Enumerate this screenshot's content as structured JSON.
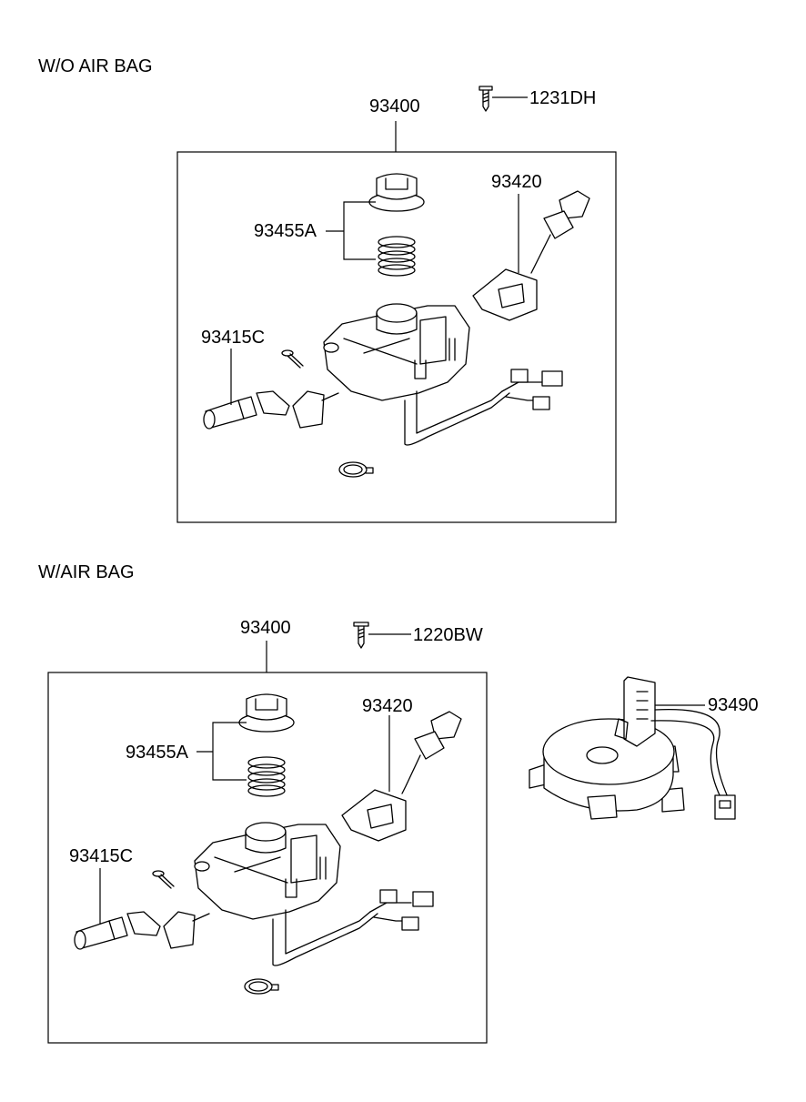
{
  "sections": [
    {
      "title": "W/O AIR BAG",
      "labels": {
        "assembly": "93400",
        "screw": "1231DH",
        "spring_set": "93455A",
        "wiper_switch": "93420",
        "light_switch": "93415C"
      }
    },
    {
      "title": "W/AIR BAG",
      "labels": {
        "assembly": "93400",
        "screw": "1220BW",
        "spring_set": "93455A",
        "wiper_switch": "93420",
        "light_switch": "93415C",
        "clock_spring": "93490"
      }
    }
  ]
}
